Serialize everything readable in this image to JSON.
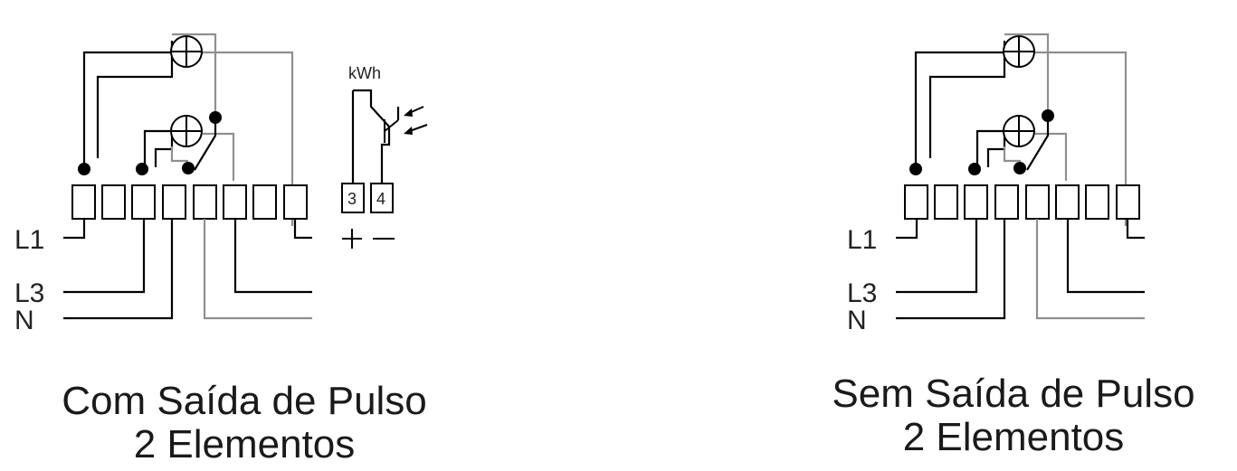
{
  "left": {
    "terminal_label_l1": "L1",
    "terminal_label_l3": "L3",
    "terminal_label_n": "N",
    "pulse_unit": "kWh",
    "pulse_term_3": "3",
    "pulse_term_4": "4",
    "caption_line1": "Com Saída de Pulso",
    "caption_line2": "2 Elementos"
  },
  "right": {
    "terminal_label_l1": "L1",
    "terminal_label_l3": "L3",
    "terminal_label_n": "N",
    "caption_line1": "Sem Saída de Pulso",
    "caption_line2": "2 Elementos"
  }
}
